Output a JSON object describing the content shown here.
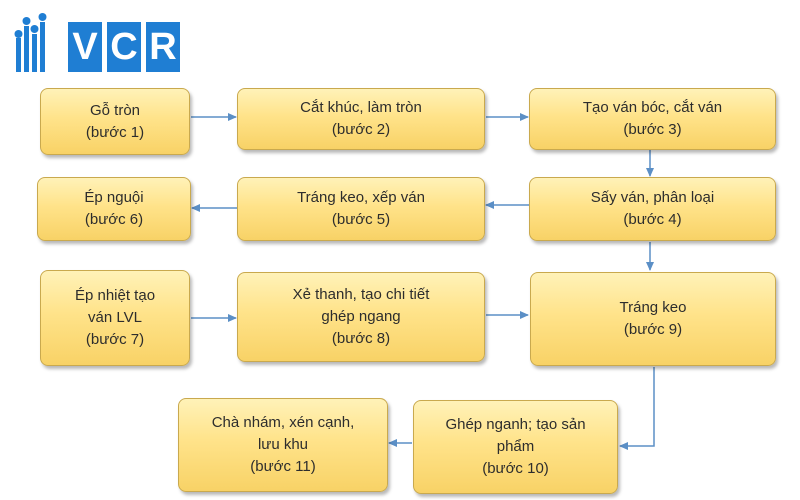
{
  "logo": {
    "letters": [
      "V",
      "C",
      "R"
    ]
  },
  "colors": {
    "box_fill": "#ffe38a",
    "box_border": "#c9a94e",
    "arrow": "#5b8fc6",
    "logo_blue": "#1f7ed3"
  },
  "steps": [
    {
      "lines": [
        "Gỗ tròn",
        "(bước 1)"
      ]
    },
    {
      "lines": [
        "Cắt khúc, làm tròn",
        "(bước 2)"
      ]
    },
    {
      "lines": [
        "Tạo ván bóc, cắt ván",
        "(bước 3)"
      ]
    },
    {
      "lines": [
        "Sấy ván, phân loại",
        "(bước 4)"
      ]
    },
    {
      "lines": [
        "Tráng keo, xếp ván",
        "(bước 5)"
      ]
    },
    {
      "lines": [
        "Ép nguội",
        "(bước 6)"
      ]
    },
    {
      "lines": [
        "Ép nhiệt tạo",
        "ván LVL",
        "(bước 7)"
      ]
    },
    {
      "lines": [
        "Xẻ thanh, tạo chi tiết",
        "ghép ngang",
        "(bước 8)"
      ]
    },
    {
      "lines": [
        "Tráng keo",
        "(bước 9)"
      ]
    },
    {
      "lines": [
        "Ghép nganh; tạo sản",
        "phẩm",
        "(bước 10)"
      ]
    },
    {
      "lines": [
        "Chà nhám, xén cạnh,",
        "lưu khu",
        "(bước 11)"
      ]
    }
  ]
}
